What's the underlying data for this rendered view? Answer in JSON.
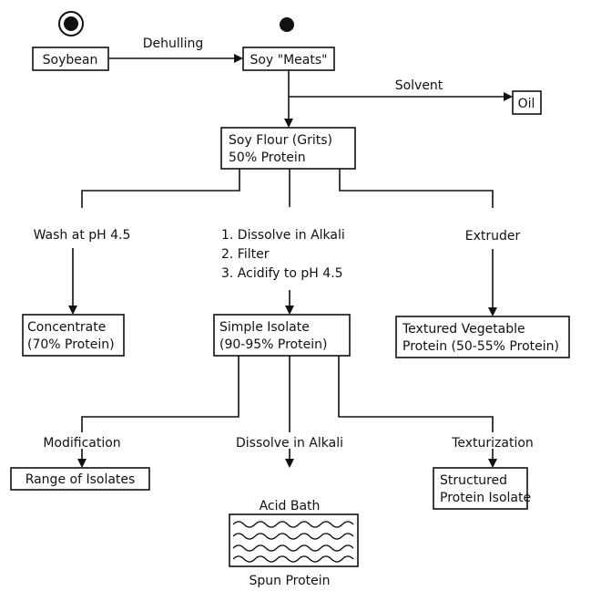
{
  "nodes": {
    "soybean": "Soybean",
    "soy_meats": "Soy \"Meats\"",
    "oil": "Oil",
    "soy_flour_line1": "Soy Flour (Grits)",
    "soy_flour_line2": "50% Protein",
    "concentrate_line1": "Concentrate",
    "concentrate_line2": "(70% Protein)",
    "simple_isolate_line1": "Simple Isolate",
    "simple_isolate_line2": "(90-95% Protein)",
    "tvp_line1": "Textured Vegetable",
    "tvp_line2": "Protein (50-55% Protein)",
    "range_of_isolates": "Range of Isolates",
    "structured_line1": "Structured",
    "structured_line2": "Protein Isolate",
    "acid_bath": "Acid Bath",
    "spun_protein": "Spun Protein"
  },
  "labels": {
    "dehulling": "Dehulling",
    "solvent": "Solvent",
    "wash": "Wash at pH 4.5",
    "step1": "1. Dissolve in Alkali",
    "step2": "2. Filter",
    "step3": "3. Acidify to pH 4.5",
    "extruder": "Extruder",
    "modification": "Modification",
    "dissolve_alkali": "Dissolve in Alkali",
    "texturization": "Texturization"
  }
}
